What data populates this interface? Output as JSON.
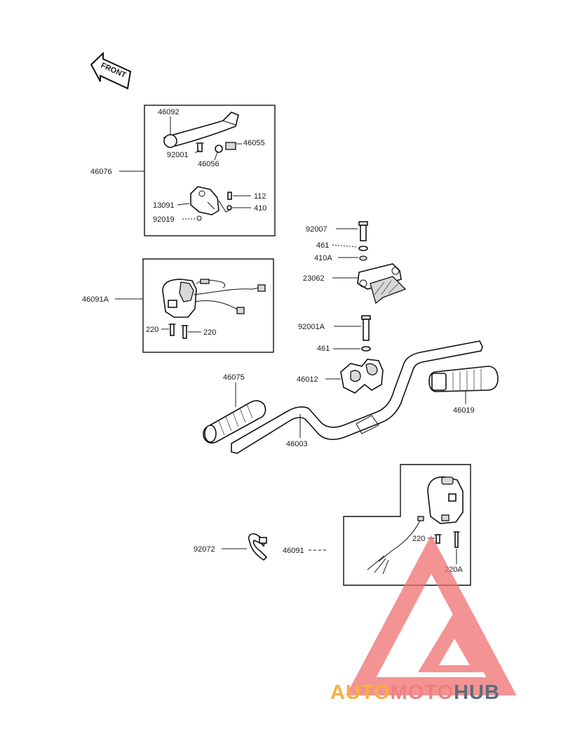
{
  "front_arrow": {
    "label": "FRONT"
  },
  "callouts": {
    "c46092": "46092",
    "c92001": "92001",
    "c46055": "46055",
    "c46056": "46056",
    "c46076": "46076",
    "c112": "112",
    "c13091": "13091",
    "c410": "410",
    "c92019": "92019",
    "c92007": "92007",
    "c461a": "461",
    "c410A": "410A",
    "c23062": "23062",
    "c46091A": "46091A",
    "c220a": "220",
    "c220b": "220",
    "c92001A": "92001A",
    "c461b": "461",
    "c46075": "46075",
    "c46012": "46012",
    "c46019": "46019",
    "c46003": "46003",
    "c92072": "92072",
    "c46091": "46091",
    "c220c": "220",
    "c220A": "220A"
  },
  "watermark": {
    "part1": "AUTO",
    "part2": "MOTO",
    "part3": "HUB",
    "color1": "#f5b041",
    "color2": "#f08080",
    "color3": "#5d6d7e",
    "logo_color": "#f07070"
  }
}
